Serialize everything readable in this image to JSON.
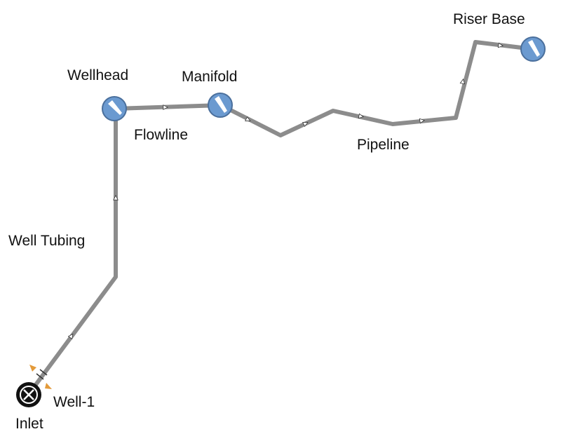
{
  "colors": {
    "pipe": "#8c8c8c",
    "node_fill": "#6b9ad0",
    "node_stroke": "#4a6f9c",
    "well_fill": "#111111",
    "marker": "#e39a3a",
    "text": "#111111"
  },
  "nodes": {
    "wellhead": {
      "label": "Wellhead",
      "icon": "node-direction-icon"
    },
    "manifold": {
      "label": "Manifold",
      "icon": "node-direction-icon"
    },
    "riser_base": {
      "label": "Riser Base",
      "icon": "node-direction-icon"
    },
    "well": {
      "label": "Well-1",
      "sub_label": "Inlet",
      "icon": "well-source-icon"
    }
  },
  "branches": {
    "well_tubing": {
      "label": "Well Tubing"
    },
    "flowline": {
      "label": "Flowline"
    },
    "pipeline": {
      "label": "Pipeline"
    }
  }
}
